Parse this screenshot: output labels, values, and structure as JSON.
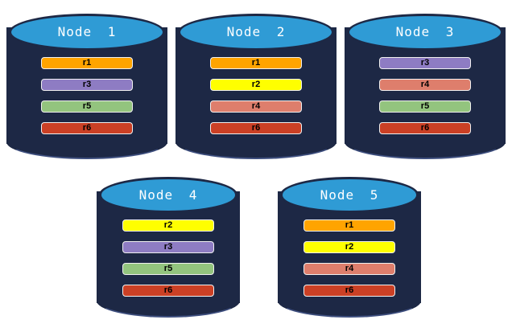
{
  "palette": {
    "background": "#FFFFFF",
    "navy": "#1D2845",
    "blue": "#2F9BD5",
    "rim": "#3D4E7E",
    "bar_border": "#F0F0F0"
  },
  "replica_colors": {
    "r1": "#FFA400",
    "r2": "#FFFF00",
    "r3": "#8E7CC3",
    "r4": "#DE7E6C",
    "r5": "#93C47E",
    "r6": "#CB4025"
  },
  "nodes": [
    {
      "title": "Node 1",
      "replicas": [
        {
          "label": "r1",
          "color": "#FFA400"
        },
        {
          "label": "r3",
          "color": "#8E7CC3"
        },
        {
          "label": "r5",
          "color": "#93C47E"
        },
        {
          "label": "r6",
          "color": "#CB4025"
        }
      ]
    },
    {
      "title": "Node 2",
      "replicas": [
        {
          "label": "r1",
          "color": "#FFA400"
        },
        {
          "label": "r2",
          "color": "#FFFF00"
        },
        {
          "label": "r4",
          "color": "#DE7E6C"
        },
        {
          "label": "r6",
          "color": "#CB4025"
        }
      ]
    },
    {
      "title": "Node 3",
      "replicas": [
        {
          "label": "r3",
          "color": "#8E7CC3"
        },
        {
          "label": "r4",
          "color": "#DE7E6C"
        },
        {
          "label": "r5",
          "color": "#93C47E"
        },
        {
          "label": "r6",
          "color": "#CB4025"
        }
      ]
    },
    {
      "title": "Node 4",
      "replicas": [
        {
          "label": "r2",
          "color": "#FFFF00"
        },
        {
          "label": "r3",
          "color": "#8E7CC3"
        },
        {
          "label": "r5",
          "color": "#93C47E"
        },
        {
          "label": "r6",
          "color": "#CB4025"
        }
      ]
    },
    {
      "title": "Node 5",
      "replicas": [
        {
          "label": "r1",
          "color": "#FFA400"
        },
        {
          "label": "r2",
          "color": "#FFFF00"
        },
        {
          "label": "r4",
          "color": "#DE7E6C"
        },
        {
          "label": "r6",
          "color": "#CB4025"
        }
      ]
    }
  ]
}
